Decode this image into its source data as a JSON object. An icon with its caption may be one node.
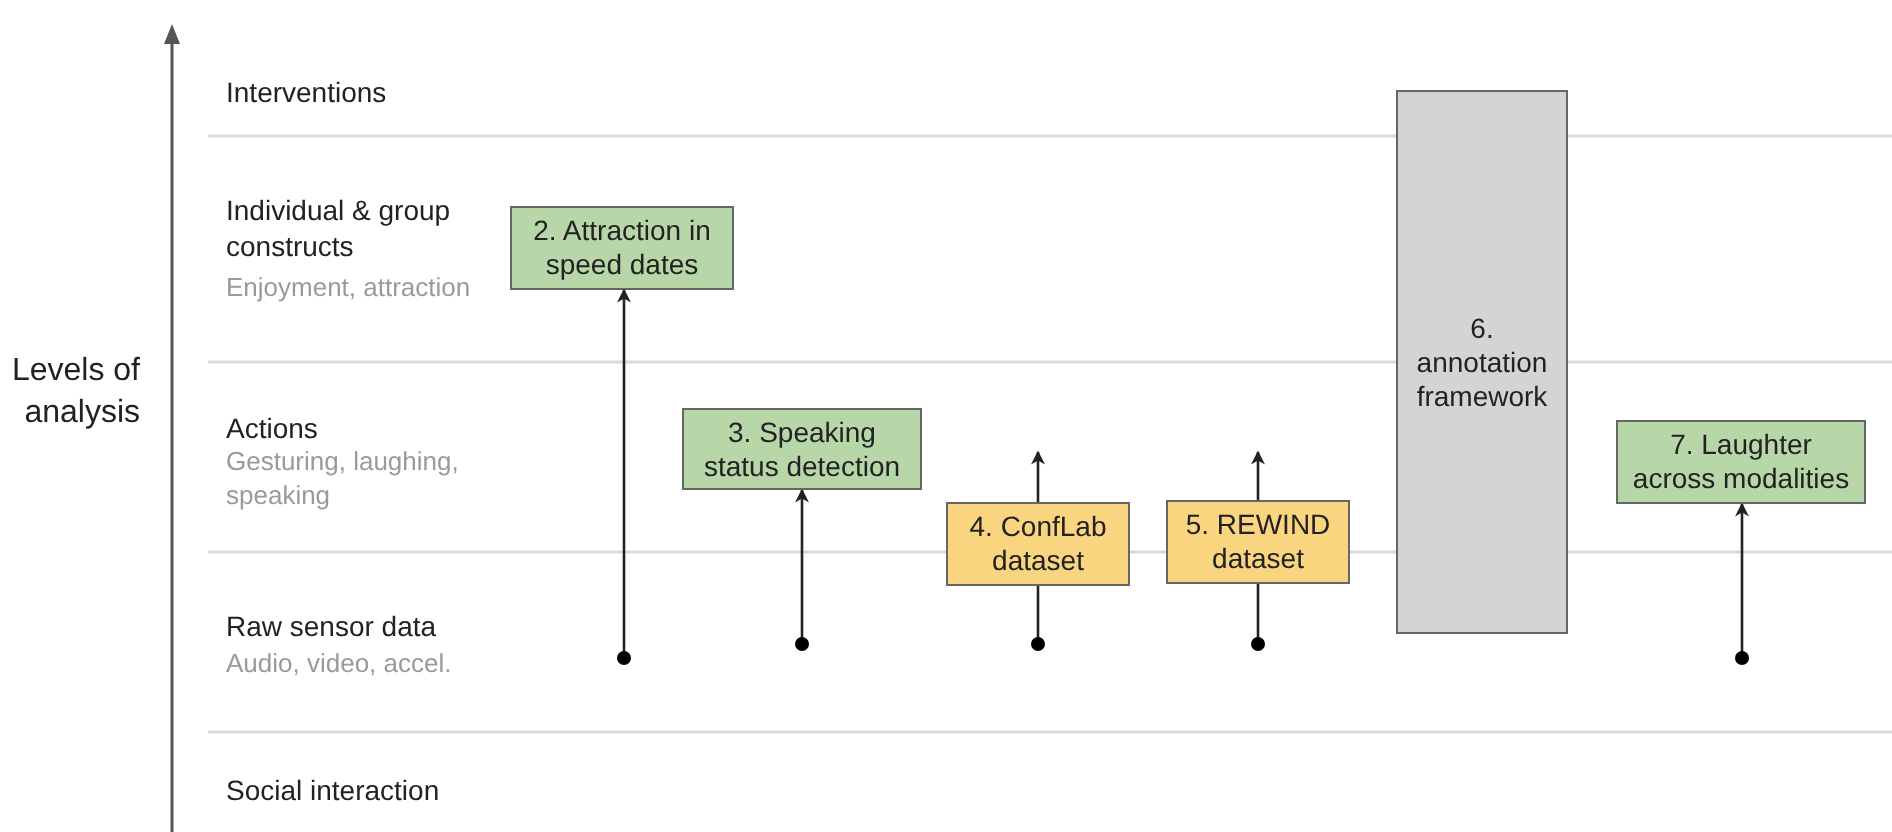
{
  "diagram": {
    "nodes": [
      {
        "text": [
          "2. Attraction in speed dates"
        ]
      },
      {
        "text": [
          "3. Speaking status detection"
        ]
      },
      {
        "text": [
          "4. ConfLab dataset"
        ]
      },
      {
        "text": [
          "5. REWIND dataset"
        ]
      },
      {
        "text": [
          "6. annotation framework"
        ]
      },
      {
        "text": [
          "7. Laughter across modalities"
        ]
      }
    ],
    "edges": [
      {
        "from": null,
        "to": 0,
        "arrow": "to"
      },
      {
        "from": null,
        "to": 1,
        "arrow": "to"
      },
      {
        "from": null,
        "to": 2,
        "arrow": "other"
      },
      {
        "from": 2,
        "to": null,
        "arrow": "to"
      },
      {
        "from": null,
        "to": 3,
        "arrow": "other"
      },
      {
        "from": 3,
        "to": null,
        "arrow": "to"
      },
      {
        "from": null,
        "to": 5,
        "arrow": "to"
      }
    ],
    "labels": [
      "Interventions",
      "Individual & group constructs",
      "Enjoyment, attraction",
      "Levels of analysis",
      "Actions",
      "Gesturing, laughing, speaking",
      "Raw sensor data",
      "Audio, video, accel.",
      "Social interaction"
    ]
  }
}
